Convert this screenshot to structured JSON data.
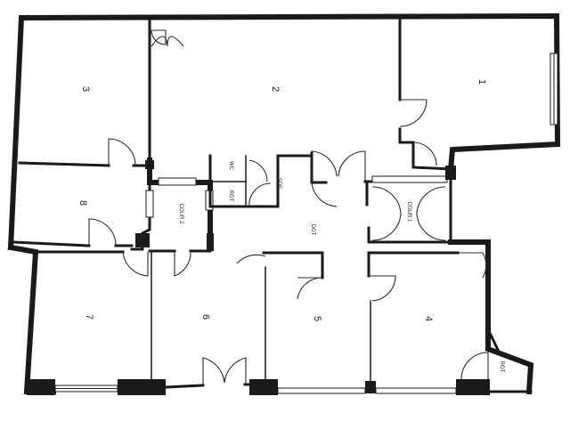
{
  "rooms": {
    "r1": "1",
    "r2": "2",
    "r3": "3",
    "r4": "4",
    "r5": "5",
    "r6": "6",
    "r7": "7",
    "r8": "8"
  },
  "labels": {
    "wc": "WC",
    "sde": "SDE",
    "rgt_center": "RGT",
    "rgt_corner": "RGT",
    "dgt": "DGT",
    "cour1": "COUR 1",
    "cour2": "COUR 2"
  }
}
